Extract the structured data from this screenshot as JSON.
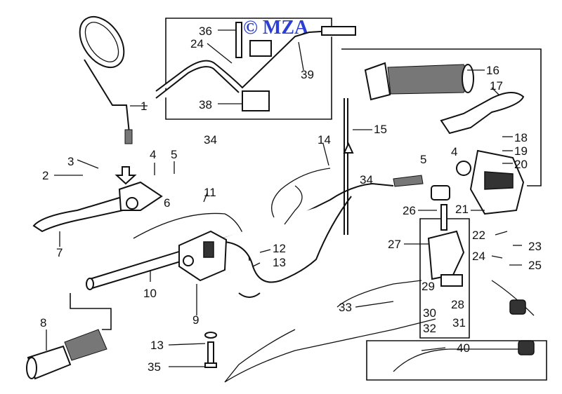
{
  "watermark": "© MZA",
  "colors": {
    "watermark": "#2b3fd4",
    "ink": "#111111",
    "background": "#ffffff"
  },
  "callouts": {
    "c1": "1",
    "c2": "2",
    "c3": "3",
    "c4a": "4",
    "c4b": "4",
    "c5a": "5",
    "c5b": "5",
    "c6": "6",
    "c7": "7",
    "c8": "8",
    "c9": "9",
    "c10": "10",
    "c11": "11",
    "c12": "12",
    "c13a": "13",
    "c13b": "13",
    "c14": "14",
    "c15": "15",
    "c16": "16",
    "c17": "17",
    "c18": "18",
    "c19": "19",
    "c20": "20",
    "c21": "21",
    "c22": "22",
    "c23": "23",
    "c24a": "24",
    "c24b": "24",
    "c25": "25",
    "c26": "26",
    "c27": "27",
    "c28": "28",
    "c29": "29",
    "c30": "30",
    "c31": "31",
    "c32": "32",
    "c33": "33",
    "c34a": "34",
    "c34b": "34",
    "c35": "35",
    "c36": "36",
    "c38": "38",
    "c39": "39",
    "c40": "40"
  }
}
